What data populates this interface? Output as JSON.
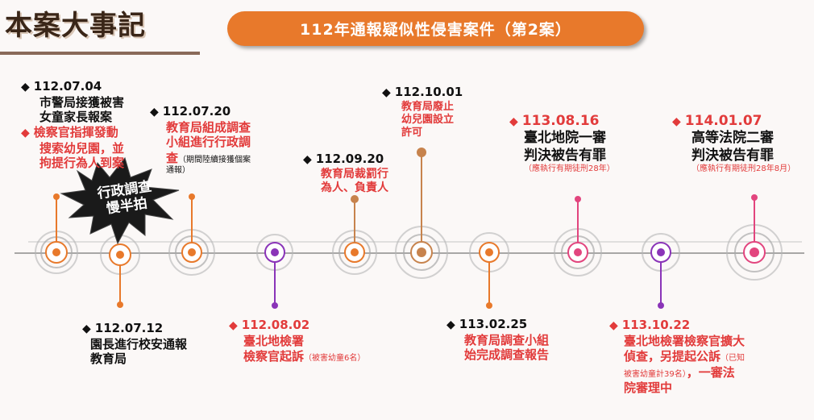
{
  "page_title": "本案大事記",
  "subtitle": "112年通報疑似性侵害案件（第2案）",
  "burst_label": [
    "行政調查",
    "慢半拍"
  ],
  "colors": {
    "orange": "#e8792b",
    "purple": "#8a34b8",
    "pink": "#e2457e",
    "red": "#e23b3b",
    "brown": "#c7834d"
  },
  "events": [
    {
      "date": "112.07.04",
      "lines": [
        "市警局接獲被害",
        "女童家長報案"
      ],
      "extra": [
        "檢察官指揮發動",
        "搜索幼兒園，並",
        "拘提行為人到案"
      ]
    },
    {
      "date": "112.07.12",
      "lines": [
        "園長進行校安通報",
        "教育局"
      ]
    },
    {
      "date": "112.07.20",
      "lines": [
        "教育局組成調查",
        "小組進行行政調"
      ],
      "line3": "查",
      "note": "（期間陸續接獲個案",
      "note2": "通報）"
    },
    {
      "date": "112.08.02",
      "lines": [
        "臺北地檢署"
      ],
      "line2": "檢察官起訴",
      "note": "（被害幼童6名）"
    },
    {
      "date": "112.09.20",
      "lines": [
        "教育局裁罰行",
        "為人、負責人"
      ]
    },
    {
      "date": "112.10.01",
      "lines": [
        "教育局廢止",
        "幼兒園設立",
        "許可"
      ]
    },
    {
      "date": "113.02.25",
      "lines": [
        "教育局調查小組",
        "始完成調查報告"
      ]
    },
    {
      "date": "113.08.16",
      "lines": [
        "臺北地院一審",
        "判決被告有罪"
      ],
      "note": "（應執行有期徒刑28年）"
    },
    {
      "date": "113.10.22",
      "lines": [
        "臺北地檢署檢察官擴大"
      ],
      "line2": "偵查，另提起公訴",
      "note": "（已知",
      "line3a": "被害幼童計39名）",
      "line3b": "，一審法",
      "line4": "院審理中"
    },
    {
      "date": "114.01.07",
      "lines": [
        "高等法院二審",
        "判決被告有罪"
      ],
      "note": "（應執行有期徒刑28年8月）"
    }
  ]
}
